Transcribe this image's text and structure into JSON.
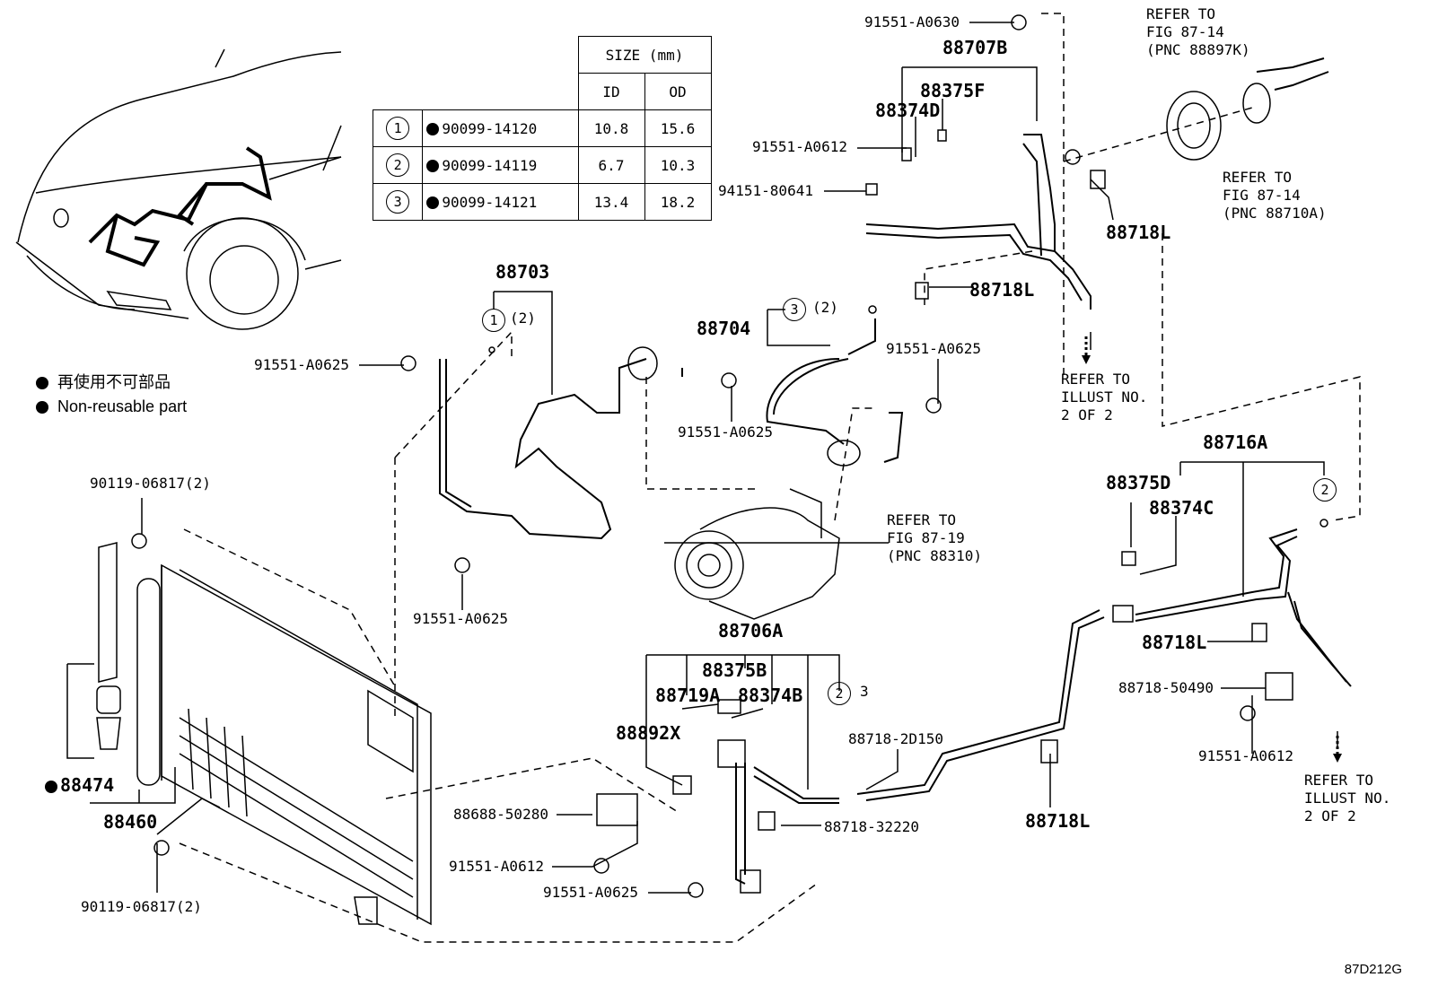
{
  "size_table": {
    "header": "SIZE (mm)",
    "col_id": "ID",
    "col_od": "OD",
    "rows": [
      {
        "mark": "1",
        "part": "90099-14120",
        "id": "10.8",
        "od": "15.6"
      },
      {
        "mark": "2",
        "part": "90099-14119",
        "id": "6.7",
        "od": "10.3"
      },
      {
        "mark": "3",
        "part": "90099-14121",
        "id": "13.4",
        "od": "18.2"
      }
    ]
  },
  "legend": {
    "jp": "再使用不可部品",
    "en": "Non-reusable part"
  },
  "labels": {
    "p91551_a0630": "91551-A0630",
    "p88707b": "88707B",
    "p88375f": "88375F",
    "p88374d": "88374D",
    "p91551_a0612_top": "91551-A0612",
    "p94151_80641": "94151-80641",
    "p88718l_a": "88718L",
    "p88718l_b": "88718L",
    "p88703": "88703",
    "p1_2": "(2)",
    "p91551_a0625_a": "91551-A0625",
    "p88704": "88704",
    "p3_2": "(2)",
    "p91551_a0625_b": "91551-A0625",
    "p91551_a0625_c": "91551-A0625",
    "p91551_a0625_d": "91551-A0625",
    "p90119_06817_top": "90119-06817(2)",
    "p88706a": "88706A",
    "p88375b": "88375B",
    "p88719a": "88719A",
    "p88374b": "88374B",
    "p2_3": "3",
    "p88892x": "88892X",
    "p88718_2d150": "88718-2D150",
    "p88474": "88474",
    "p88460": "88460",
    "p88688_50280": "88688-50280",
    "p91551_a0612_mid": "91551-A0612",
    "p91551_a0625_e": "91551-A0625",
    "p88718_32220": "88718-32220",
    "p90119_06817_bot": "90119-06817(2)",
    "p88716a": "88716A",
    "p88375d": "88375D",
    "p88374c": "88374C",
    "p88718l_c": "88718L",
    "p88718_50490": "88718-50490",
    "p91551_a0612_bot": "91551-A0612",
    "p88718l_d": "88718L"
  },
  "refs": {
    "ref_top1": "REFER TO\nFIG 87-14\n(PNC 88897K)",
    "ref_top2": "REFER TO\nFIG 87-14\n(PNC 88710A)",
    "ref_illust1": "REFER TO\nILLUST NO.\n2 OF 2",
    "ref_compressor": "REFER TO\nFIG 87-19\n(PNC 88310)",
    "ref_illust2": "REFER TO\nILLUST NO.\n2 OF 2"
  },
  "callouts": {
    "c1": "1",
    "c2a": "2",
    "c3": "3",
    "c2b": "2",
    "c2c": "2"
  },
  "code": "87D212G"
}
